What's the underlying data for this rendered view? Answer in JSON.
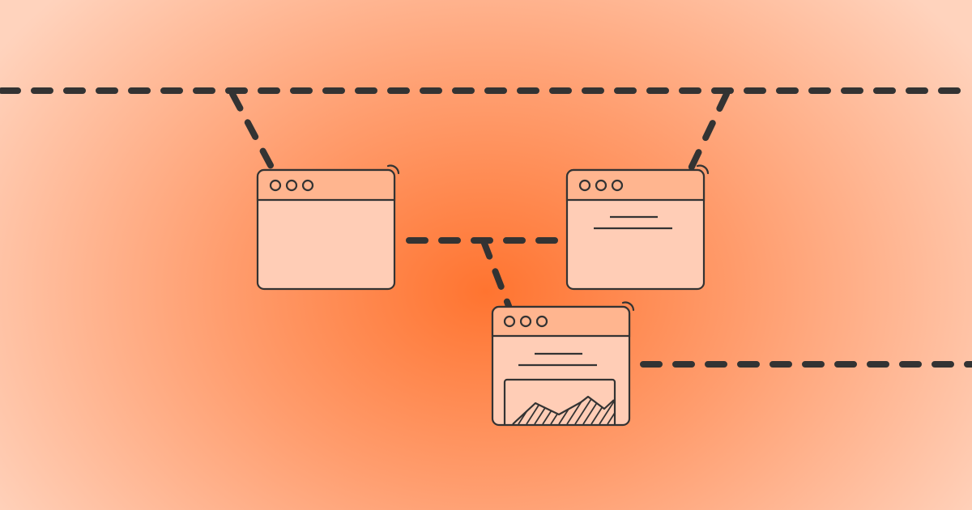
{
  "colors": {
    "background_center": "#ff7430",
    "background_edge": "#ffd3bd",
    "window_body": "#ffcdb6",
    "window_header": "#ffb58f",
    "stroke": "#333333"
  },
  "windows": [
    {
      "name": "blank-window",
      "content": "empty"
    },
    {
      "name": "text-window",
      "content": "text-lines"
    },
    {
      "name": "image-window",
      "content": "text-lines-and-image"
    }
  ]
}
